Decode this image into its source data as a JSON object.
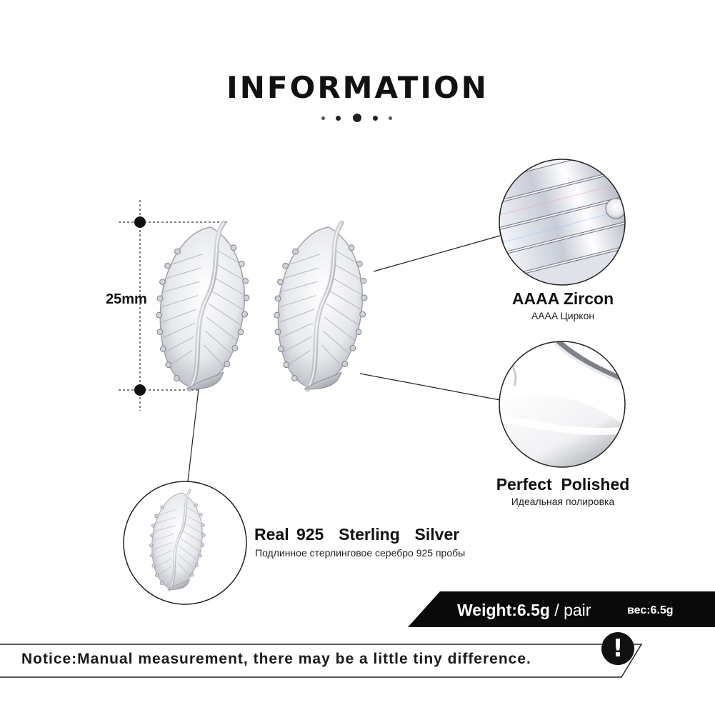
{
  "header": {
    "title": "INFORMATION"
  },
  "measurement": {
    "label": "25mm"
  },
  "features": {
    "zircon": {
      "title": "AAAA Zircon",
      "subtitle": "AAAA Циркон"
    },
    "polished": {
      "title": "Perfect  Polished",
      "subtitle": "Идеальная полировка"
    },
    "silver": {
      "title": "Real 925  Sterling  Silver",
      "subtitle": "Подлинное стерлинговое серебро 925 пробы"
    }
  },
  "weight": {
    "value": "Weight:6.5g",
    "unit": "/ pair",
    "ru": "вес:6.5g"
  },
  "notice": {
    "text": "Notice:Manual measurement, there may be a little tiny difference.",
    "icon": "!"
  },
  "colors": {
    "text": "#111111",
    "bar": "#0a0a0a",
    "background": "#ffffff"
  }
}
